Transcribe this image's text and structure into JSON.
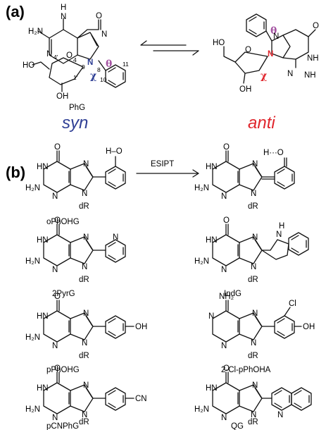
{
  "panel_a": {
    "label": "(a)",
    "syn": {
      "heading": "syn",
      "compound": "PhG",
      "chi": "χ",
      "theta": "θ",
      "atoms": {
        "nh": "H",
        "n_top": "N",
        "o_top": "O",
        "h2n": "H₂N",
        "n_left": "N",
        "n_mid": "N",
        "n9": "N",
        "n7": "N",
        "o_sugar": "O",
        "ho_top": "HO",
        "ho_bottom": "OH"
      },
      "numbers": {
        "n4": "4",
        "n9": "9",
        "n8": "8",
        "n10": "10",
        "n11": "11",
        "p1": "1'",
        "p4": "4'"
      }
    },
    "anti": {
      "heading": "anti",
      "chi": "χ",
      "theta": "θ",
      "atoms": {
        "n7": "N",
        "n9": "N",
        "o_top": "O",
        "nh": "NH",
        "n_bot": "N",
        "nh2": "NH",
        "ho": "HO",
        "o_sugar": "O",
        "oh": "OH"
      }
    }
  },
  "panel_b": {
    "label": "(b)",
    "esipt": "ESIPT",
    "common": {
      "o": "O",
      "hn": "HN",
      "h": "H",
      "h2n": "H₂N",
      "n": "N",
      "dr": "dR",
      "ho": "H–O",
      "o_keto": "H···O",
      "nh2": "NH₂",
      "cl": "Cl",
      "oh": "OH",
      "cn": "CN",
      "n_ring": "N"
    },
    "compounds": [
      {
        "name": "oPhOHG"
      },
      {
        "name": "2PyrG"
      },
      {
        "name": "IndG"
      },
      {
        "name": "pPhOHG"
      },
      {
        "name": "2-Cl-pPhOHA"
      },
      {
        "name": "pCNPhG"
      },
      {
        "name": "QG"
      }
    ]
  }
}
